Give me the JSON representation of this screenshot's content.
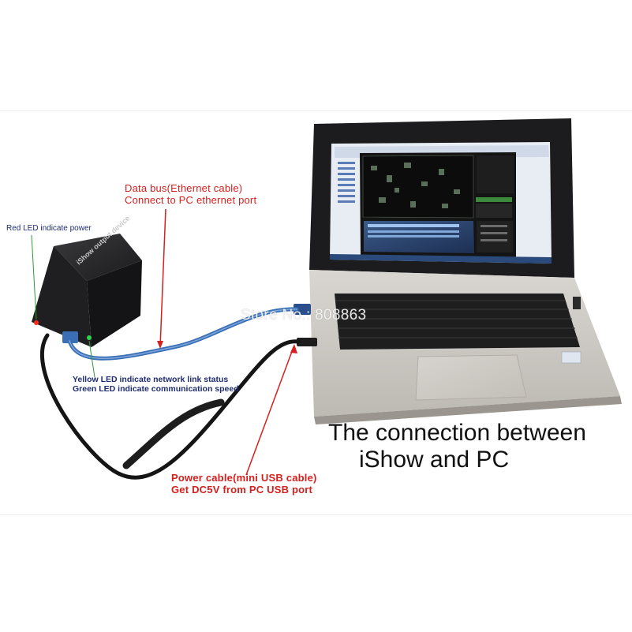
{
  "annotations": {
    "data_bus": {
      "line1": "Data bus(Ethernet cable)",
      "line2": "Connect to PC ethernet port"
    },
    "red_led": "Red LED indicate power",
    "status_leds": {
      "line1": "Yellow LED indicate network link status",
      "line2": "Green LED indicate communication speed"
    },
    "power_cable": {
      "line1": "Power cable(mini USB cable)",
      "line2": "Get DC5V from PC USB port"
    }
  },
  "caption": {
    "line1": "The connection between",
    "line2": "iShow and PC"
  },
  "watermark": "Store No.: 808863",
  "device": {
    "top_label": "iShow output device"
  },
  "colors": {
    "annotation_text": "#d4201e",
    "pointer_lines": "#d4201e",
    "led_pointer_lines": "#2f9a3a",
    "status_text": "#1f2c6e",
    "ethernet_cable": "#3a6fb5",
    "usb_cable": "#1a1a1a",
    "red_led": "#ff2a1a",
    "green_led": "#2bd44a"
  }
}
